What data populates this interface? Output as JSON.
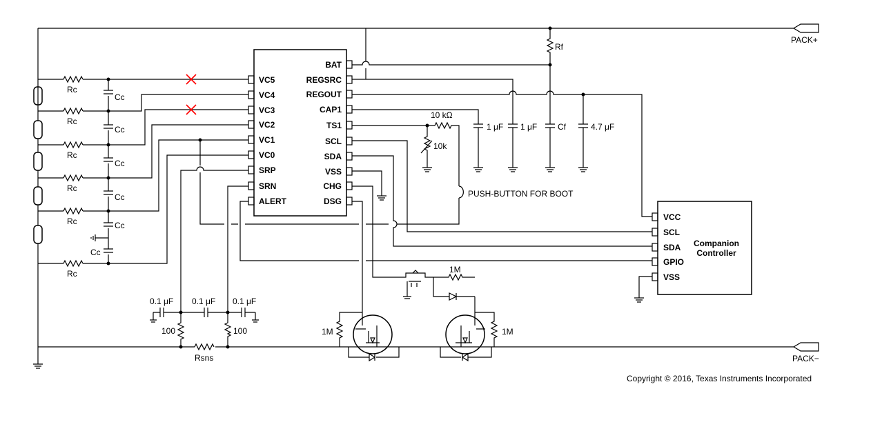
{
  "ic": {
    "left_pins": [
      "VC5",
      "VC4",
      "VC3",
      "VC2",
      "VC1",
      "VC0",
      "SRP",
      "SRN",
      "ALERT"
    ],
    "right_pins": [
      "BAT",
      "REGSRC",
      "REGOUT",
      "CAP1",
      "TS1",
      "SCL",
      "SDA",
      "VSS",
      "CHG",
      "DSG"
    ]
  },
  "controller": {
    "title_line1": "Companion",
    "title_line2": "Controller",
    "pins": [
      "VCC",
      "SCL",
      "SDA",
      "GPIO",
      "VSS"
    ]
  },
  "labels": {
    "pack_plus": "PACK+",
    "pack_minus": "PACK−",
    "rf": "Rf",
    "rc": "Rc",
    "cc": "Cc",
    "cap_1uf": "1 μF",
    "cf": "Cf",
    "cap_4_7uf": "4.7 μF",
    "r_10k_ohm": "10 kΩ",
    "thermistor_10k": "10k",
    "push_button": "PUSH-BUTTON FOR BOOT",
    "cap_0_1uf": "0.1 μF",
    "r_100": "100",
    "rsns": "Rsns",
    "r_1m": "1M",
    "copyright": "Copyright © 2016, Texas Instruments Incorporated"
  }
}
